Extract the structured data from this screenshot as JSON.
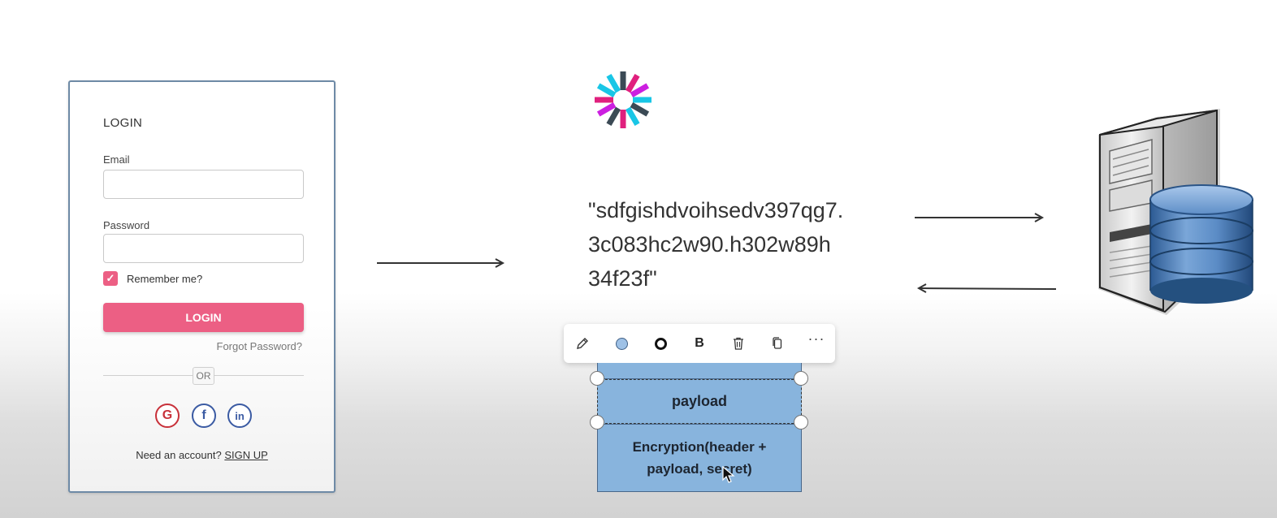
{
  "login": {
    "title": "LOGIN",
    "email_label": "Email",
    "email_value": "",
    "password_label": "Password",
    "password_value": "",
    "remember_label": "Remember me?",
    "remember_checked": true,
    "login_button": "LOGIN",
    "forgot_link": "Forgot Password?",
    "divider_text": "OR",
    "social_icons": [
      "google-icon",
      "facebook-icon",
      "linkedin-icon"
    ],
    "social_glyphs": [
      "G",
      "f",
      "in"
    ],
    "signup_prompt": "Need an account?",
    "signup_link": "SIGN UP",
    "accent_color": "#ec5f84"
  },
  "logo": {
    "icon": "jwt-logo-icon",
    "colors": [
      "#19c6e6",
      "#e0207e",
      "#cc1fe0",
      "#3b4a55"
    ]
  },
  "token": {
    "lines": [
      "\"sdfgishdvoihsedv397qg7.",
      "3c083hc2w90.h302w89h",
      "34f23f\""
    ]
  },
  "server": {
    "icon": "server-with-database-icon"
  },
  "toolbar": {
    "tools": [
      "pencil-icon",
      "fill-color-icon",
      "stroke-color-icon",
      "bold-icon",
      "trash-icon",
      "copy-icon",
      "more-options-icon"
    ],
    "bold_label": "B",
    "more_label": "···"
  },
  "blocks": {
    "payload_label": "payload",
    "encryption_line1": "Encryption(header +",
    "encryption_line2": "payload, secret)",
    "fill_color": "#88b4dd"
  }
}
